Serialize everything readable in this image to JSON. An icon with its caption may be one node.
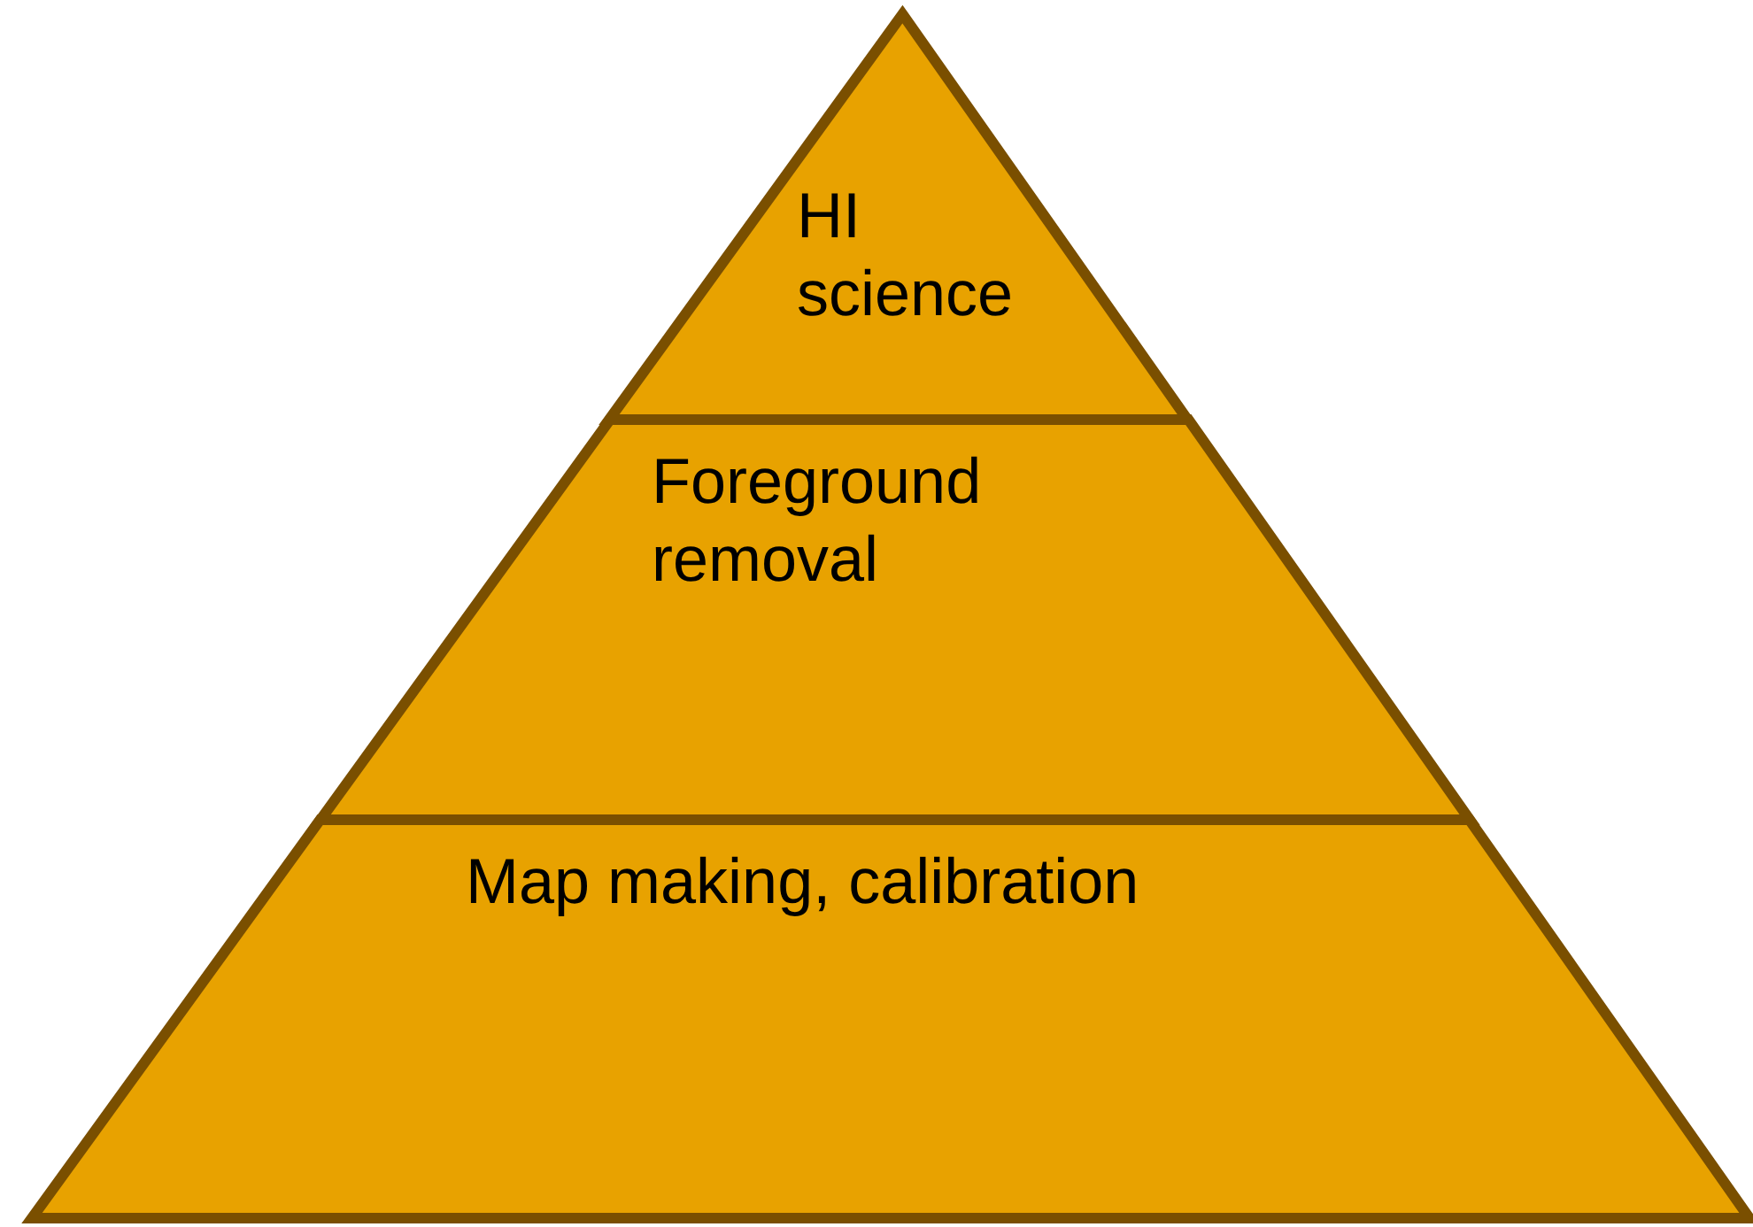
{
  "diagram": {
    "nodes": [
      {
        "text": [
          "HI science"
        ]
      },
      {
        "text": [
          "Foreground removal"
        ]
      },
      {
        "text": [
          "Map making, calibration"
        ]
      }
    ]
  }
}
